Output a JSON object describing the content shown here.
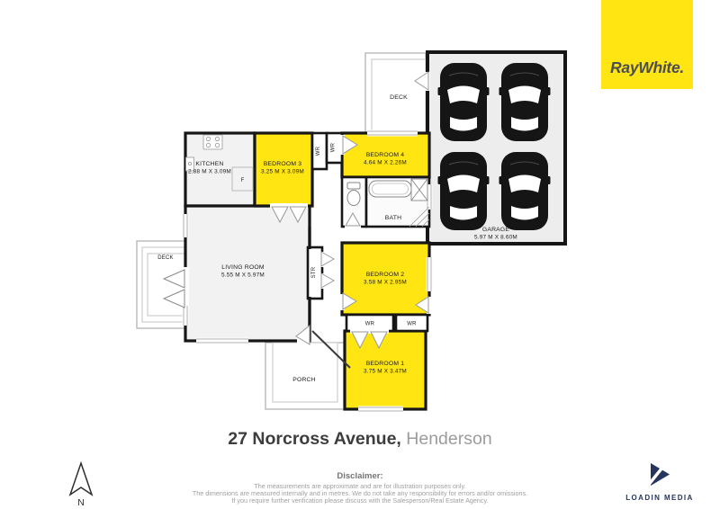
{
  "brand": {
    "logo_text": "RayWhite.",
    "logo_bg": "#ffe512",
    "logo_fg": "#4b4d55"
  },
  "address": {
    "street": "27 Norcross Avenue,",
    "suburb": "Henderson"
  },
  "floorplan": {
    "rooms": {
      "kitchen": {
        "name": "KITCHEN",
        "dims": "2.88 M X 3.09M"
      },
      "bedroom3": {
        "name": "BEDROOM 3",
        "dims": "3.25 M X 3.09M"
      },
      "bedroom4": {
        "name": "BEDROOM 4",
        "dims": "4.64 M X 2.26M"
      },
      "bath": {
        "name": "BATH"
      },
      "garage": {
        "name": "GARAGE",
        "dims": "5.97 M X 8.60M"
      },
      "living": {
        "name": "LIVING ROOM",
        "dims": "5.55 M X 5.97M"
      },
      "bedroom2": {
        "name": "BEDROOM 2",
        "dims": "3.58 M X 2.95M"
      },
      "bedroom1": {
        "name": "BEDROOM 1",
        "dims": "3.75 M X 3.47M"
      },
      "porch": {
        "name": "PORCH"
      },
      "deck_top": {
        "name": "DECK"
      },
      "deck_left": {
        "name": "DECK"
      },
      "storage": {
        "name": "STR"
      },
      "wardrobe": {
        "name": "WR"
      },
      "fridge": {
        "name": "F"
      }
    },
    "colors": {
      "room_yellow": "#ffe512",
      "wall": "#161616",
      "interior_gray": "#f2f2f2",
      "garage_gray": "#ededed"
    }
  },
  "compass": {
    "label": "N"
  },
  "footer": {
    "disclaimer_title": "Disclaimer:",
    "disclaimer_lines": [
      "The measurements are approximate and are for illustration purposes only.",
      "The dimensions are measured internally and in metres. We do not take any responsibility for errors and/or omissions.",
      "If you require further verification please discuss with the Salesperson/Real Estate Agency."
    ],
    "media_brand": "LOADIN MEDIA",
    "media_color": "#25355e"
  }
}
